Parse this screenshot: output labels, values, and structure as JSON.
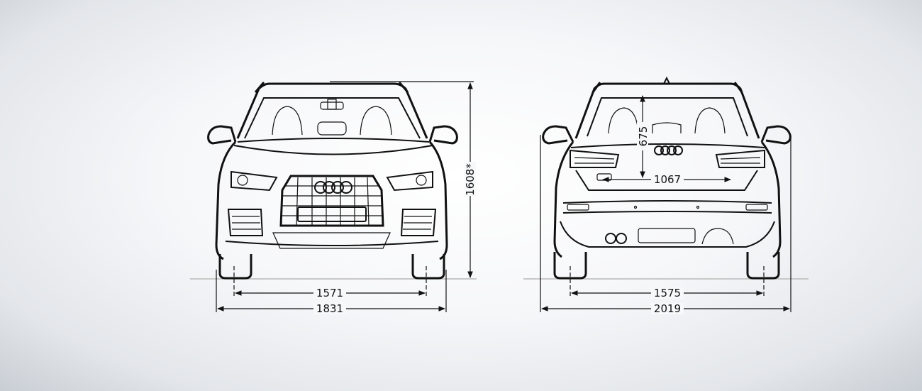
{
  "front_view": {
    "track_width": "1571",
    "overall_width": "1831",
    "overall_height": "1608*"
  },
  "rear_view": {
    "track_width": "1575",
    "overall_width_with_mirrors": "2019",
    "loading_sill_height": "675",
    "trunk_opening_width": "1067"
  },
  "colors": {
    "line": "#111111",
    "ground": "#c8c8c8",
    "background": "#f4f5f7"
  }
}
